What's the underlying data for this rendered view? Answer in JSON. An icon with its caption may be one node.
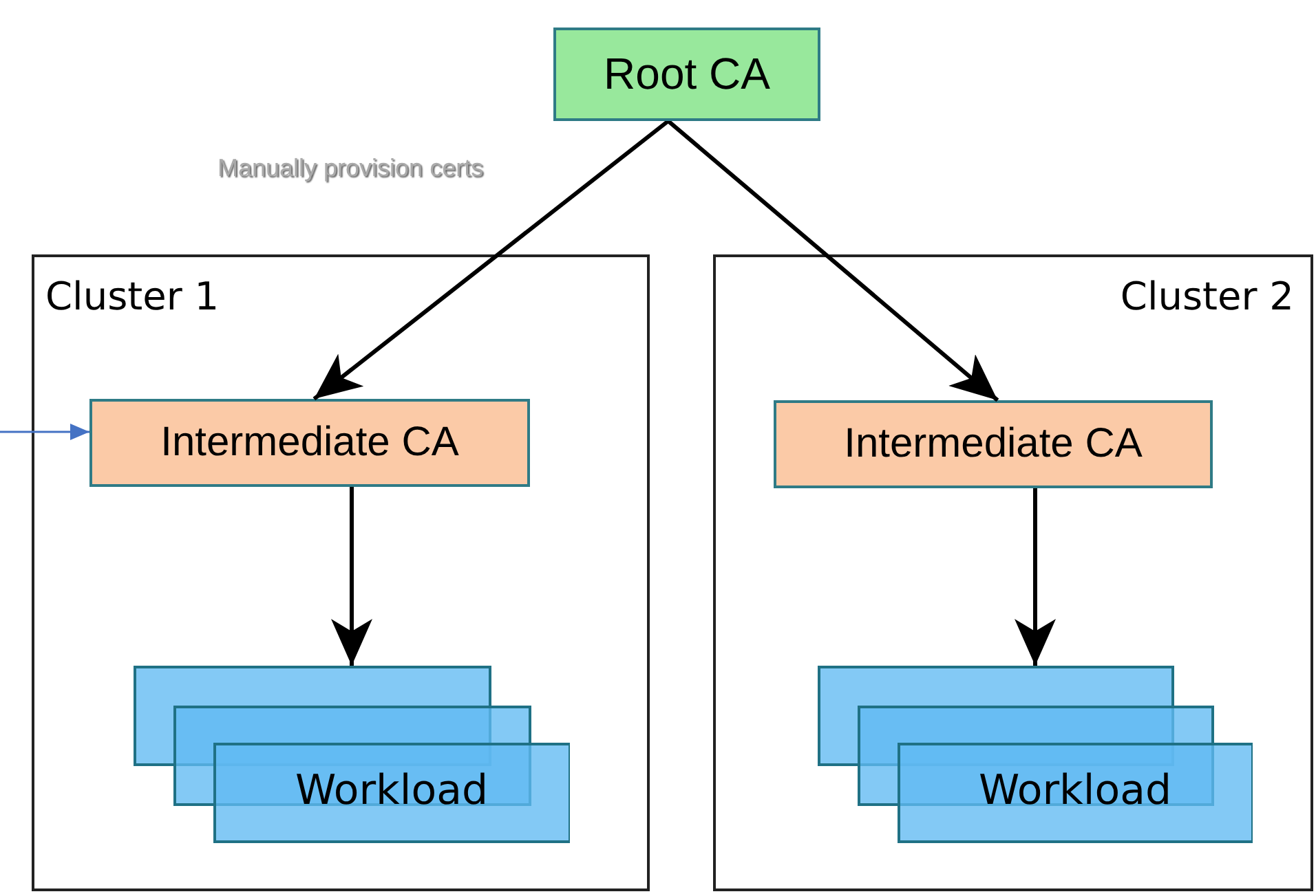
{
  "diagram": {
    "nodes": [
      {
        "text": [
          "Root CA"
        ]
      },
      {
        "text": [
          "Cluster 1"
        ]
      },
      {
        "text": [
          "Intermediate CA"
        ],
        "in": 1
      },
      {
        "text": [
          "Workload"
        ],
        "in": 1
      },
      {
        "text": [
          "Cluster 2"
        ]
      },
      {
        "text": [
          "Intermediate CA"
        ],
        "in": 4
      },
      {
        "text": [
          "Workload"
        ],
        "in": 4
      }
    ],
    "edges": [
      {
        "from": 0,
        "to": 2,
        "arrow": "to",
        "label": "Manually provision certs"
      },
      {
        "from": 0,
        "to": 5,
        "arrow": "to"
      },
      {
        "from": 2,
        "to": 3,
        "arrow": "to"
      },
      {
        "from": 5,
        "to": 6,
        "arrow": "to"
      },
      {
        "from": null,
        "to": 2,
        "arrow": "to",
        "color": "#4472c4"
      }
    ]
  }
}
